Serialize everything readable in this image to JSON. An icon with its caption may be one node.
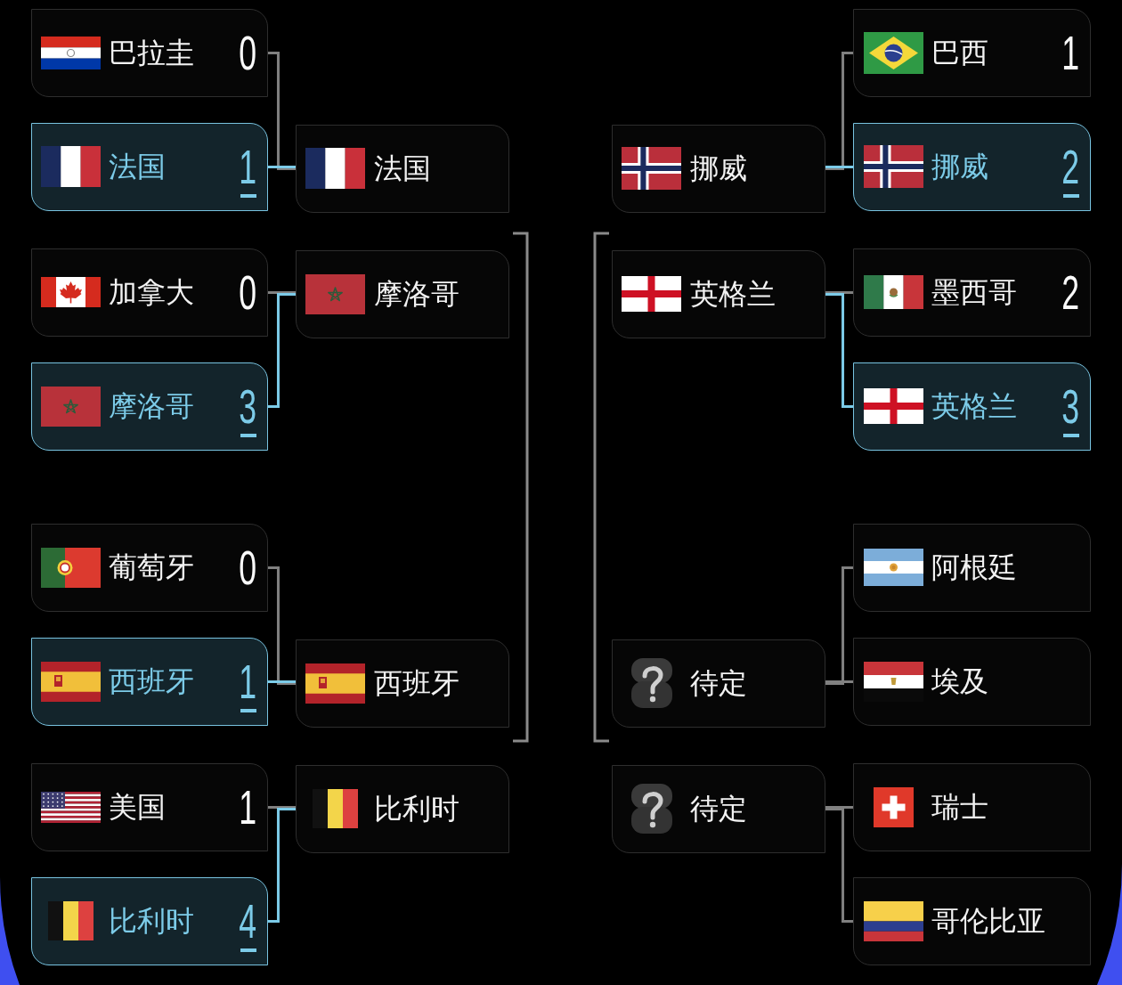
{
  "diagram": {
    "nodes": [
      {
        "text": [
          "巴拉圭",
          "0"
        ]
      },
      {
        "text": [
          "法国",
          "1"
        ]
      },
      {
        "text": [
          "加拿大",
          "0"
        ]
      },
      {
        "text": [
          "摩洛哥",
          "3"
        ]
      },
      {
        "text": [
          "葡萄牙",
          "0"
        ]
      },
      {
        "text": [
          "西班牙",
          "1"
        ]
      },
      {
        "text": [
          "美国",
          "1"
        ]
      },
      {
        "text": [
          "比利时",
          "4"
        ]
      },
      {
        "text": [
          "法国"
        ]
      },
      {
        "text": [
          "摩洛哥"
        ]
      },
      {
        "text": [
          "西班牙"
        ]
      },
      {
        "text": [
          "比利时"
        ]
      },
      {
        "text": [
          "挪威"
        ]
      },
      {
        "text": [
          "英格兰"
        ]
      },
      {
        "text": [
          "待定"
        ]
      },
      {
        "text": [
          "待定"
        ]
      },
      {
        "text": [
          "巴西",
          "1"
        ]
      },
      {
        "text": [
          "挪威",
          "2"
        ]
      },
      {
        "text": [
          "墨西哥",
          "2"
        ]
      },
      {
        "text": [
          "英格兰",
          "3"
        ]
      },
      {
        "text": [
          "阿根廷"
        ]
      },
      {
        "text": [
          "埃及"
        ]
      },
      {
        "text": [
          "瑞士"
        ]
      },
      {
        "text": [
          "哥伦比亚"
        ]
      }
    ],
    "edges": [
      {
        "from": 0,
        "to": 8,
        "arrow": "none"
      },
      {
        "from": 1,
        "to": 8,
        "arrow": "none",
        "color": "#7ccbe8"
      },
      {
        "from": 2,
        "to": 9,
        "arrow": "none"
      },
      {
        "from": 3,
        "to": 9,
        "arrow": "none",
        "color": "#7ccbe8"
      },
      {
        "from": 4,
        "to": 10,
        "arrow": "none"
      },
      {
        "from": 5,
        "to": 10,
        "arrow": "none",
        "color": "#7ccbe8"
      },
      {
        "from": 6,
        "to": 11,
        "arrow": "none"
      },
      {
        "from": 7,
        "to": 11,
        "arrow": "none",
        "color": "#7ccbe8"
      },
      {
        "from": 16,
        "to": 12,
        "arrow": "none"
      },
      {
        "from": 17,
        "to": 12,
        "arrow": "none",
        "color": "#7ccbe8"
      },
      {
        "from": 18,
        "to": 13,
        "arrow": "none"
      },
      {
        "from": 19,
        "to": 13,
        "arrow": "none",
        "color": "#7ccbe8"
      },
      {
        "from": 20,
        "to": 14,
        "arrow": "none"
      },
      {
        "from": 21,
        "to": 14,
        "arrow": "none"
      },
      {
        "from": 22,
        "to": 15,
        "arrow": "none"
      },
      {
        "from": 23,
        "to": 15,
        "arrow": "none"
      }
    ]
  }
}
